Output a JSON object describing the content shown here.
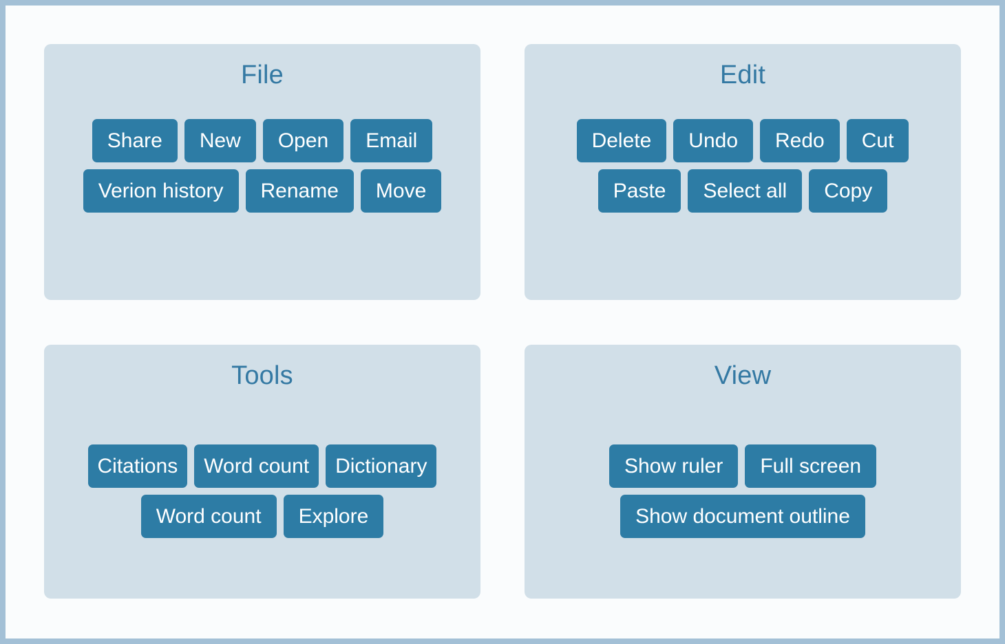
{
  "theme": {
    "page_border_color": "#a3c0d6",
    "canvas_background": "#fafcfd",
    "panel_background": "#d1dfe8",
    "panel_title_color": "#3479a3",
    "button_background": "#2d7ca5",
    "button_text_color": "#ffffff"
  },
  "panels": [
    {
      "id": "file",
      "title": "File",
      "rows": [
        [
          "Share",
          "New",
          "Open",
          "Email"
        ],
        [
          "Verion history",
          "Rename",
          "Move"
        ]
      ]
    },
    {
      "id": "edit",
      "title": "Edit",
      "rows": [
        [
          "Delete",
          "Undo",
          "Redo",
          "Cut"
        ],
        [
          "Paste",
          "Select all",
          "Copy"
        ]
      ]
    },
    {
      "id": "tools",
      "title": "Tools",
      "rows": [
        [
          "Citations",
          "Word count",
          "Dictionary"
        ],
        [
          "Word count",
          "Explore"
        ]
      ]
    },
    {
      "id": "view",
      "title": "View",
      "rows": [
        [
          "Show ruler",
          "Full screen"
        ],
        [
          "Show document outline"
        ]
      ]
    }
  ]
}
